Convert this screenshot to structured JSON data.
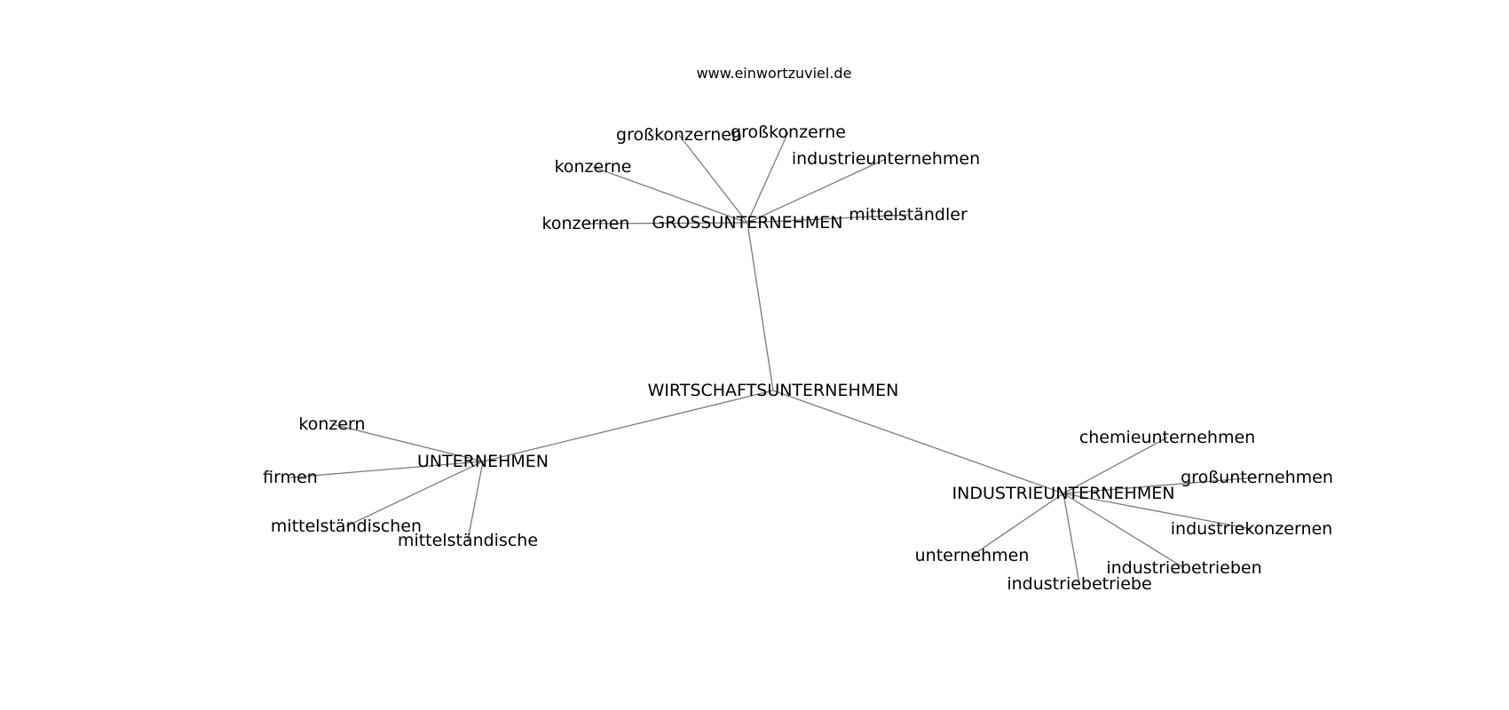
{
  "credit": "www.einwortzuviel.de",
  "graph": {
    "nodes": [
      {
        "id": "WIRTSCHAFTSUNTERNEHMEN",
        "label": "WIRTSCHAFTSUNTERNEHMEN"
      },
      {
        "id": "GROSSUNTERNEHMEN",
        "label": "GROSSUNTERNEHMEN"
      },
      {
        "id": "UNTERNEHMEN",
        "label": "UNTERNEHMEN"
      },
      {
        "id": "INDUSTRIEUNTERNEHMEN",
        "label": "INDUSTRIEUNTERNEHMEN"
      },
      {
        "id": "großkonzernen",
        "label": "großkonzernen"
      },
      {
        "id": "großkonzerne",
        "label": "großkonzerne"
      },
      {
        "id": "konzerne",
        "label": "konzerne"
      },
      {
        "id": "industrieunternehmen",
        "label": "industrieunternehmen"
      },
      {
        "id": "konzernen",
        "label": "konzernen"
      },
      {
        "id": "mittelständler",
        "label": "mittelständler"
      },
      {
        "id": "konzern",
        "label": "konzern"
      },
      {
        "id": "firmen",
        "label": "firmen"
      },
      {
        "id": "mittelständischen",
        "label": "mittelständischen"
      },
      {
        "id": "mittelständische",
        "label": "mittelständische"
      },
      {
        "id": "chemieunternehmen",
        "label": "chemieunternehmen"
      },
      {
        "id": "großunternehmen",
        "label": "großunternehmen"
      },
      {
        "id": "industriekonzernen",
        "label": "industriekonzernen"
      },
      {
        "id": "unternehmen",
        "label": "unternehmen"
      },
      {
        "id": "industriebetrieben",
        "label": "industriebetrieben"
      },
      {
        "id": "industriebetriebe",
        "label": "industriebetriebe"
      }
    ],
    "edges": [
      [
        "WIRTSCHAFTSUNTERNEHMEN",
        "GROSSUNTERNEHMEN"
      ],
      [
        "WIRTSCHAFTSUNTERNEHMEN",
        "UNTERNEHMEN"
      ],
      [
        "WIRTSCHAFTSUNTERNEHMEN",
        "INDUSTRIEUNTERNEHMEN"
      ],
      [
        "GROSSUNTERNEHMEN",
        "großkonzernen"
      ],
      [
        "GROSSUNTERNEHMEN",
        "großkonzerne"
      ],
      [
        "GROSSUNTERNEHMEN",
        "konzerne"
      ],
      [
        "GROSSUNTERNEHMEN",
        "industrieunternehmen"
      ],
      [
        "GROSSUNTERNEHMEN",
        "konzernen"
      ],
      [
        "GROSSUNTERNEHMEN",
        "mittelständler"
      ],
      [
        "UNTERNEHMEN",
        "konzern"
      ],
      [
        "UNTERNEHMEN",
        "firmen"
      ],
      [
        "UNTERNEHMEN",
        "mittelständischen"
      ],
      [
        "UNTERNEHMEN",
        "mittelständische"
      ],
      [
        "INDUSTRIEUNTERNEHMEN",
        "chemieunternehmen"
      ],
      [
        "INDUSTRIEUNTERNEHMEN",
        "großunternehmen"
      ],
      [
        "INDUSTRIEUNTERNEHMEN",
        "industriekonzernen"
      ],
      [
        "INDUSTRIEUNTERNEHMEN",
        "unternehmen"
      ],
      [
        "INDUSTRIEUNTERNEHMEN",
        "industriebetrieben"
      ],
      [
        "INDUSTRIEUNTERNEHMEN",
        "industriebetriebe"
      ]
    ],
    "colors": {
      "edge": "#7a7a7a",
      "text": "#000000",
      "background": "#ffffff"
    }
  }
}
